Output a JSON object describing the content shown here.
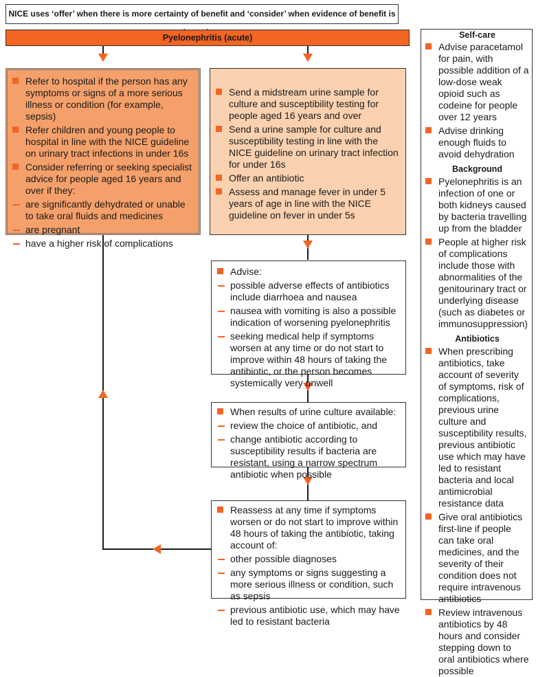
{
  "note": "NICE uses ‘offer’ when there is more certainty of benefit and ‘consider’ when evidence of benefit is less clear",
  "title": "Pyelonephritis (acute)",
  "accent_color": "#f26522",
  "refer_box": {
    "items": [
      "Refer to hospital if the person has any symptoms or signs of a more serious illness or condition (for example, sepsis)",
      "Refer children and young people to hospital in line with the NICE guideline on urinary tract infections in under 16s",
      "Consider referring or seeking specialist advice for people aged 16 years and over if they:"
    ],
    "subitems": [
      "are significantly dehydrated or unable to take oral fluids and medicines",
      "are pregnant",
      "have a higher risk of complications"
    ]
  },
  "send_box": {
    "items": [
      "Send a midstream urine sample for culture and susceptibility testing for people aged 16 years and over",
      "Send a urine sample for culture and susceptibility testing in line with the NICE guideline on urinary tract infection for under 16s",
      "Offer an antibiotic",
      "Assess and manage fever in under 5 years of age in line with the NICE guideline on fever in under 5s"
    ]
  },
  "advise_box": {
    "heading": "Advise:",
    "subitems": [
      "possible adverse effects of antibiotics include diarrhoea and nausea",
      "nausea with vomiting is also a possible indication of worsening pyelonephritis",
      "seeking medical help if symptoms worsen at any time or do not start to improve within 48 hours of taking the antibiotic, or the person becomes systemically very unwell"
    ]
  },
  "results_box": {
    "heading": "When results of urine culture available:",
    "subitems": [
      "review the choice of antibiotic, and",
      "change antibiotic according to susceptibility results if bacteria are resistant, using a narrow spectrum antibiotic when possible"
    ]
  },
  "reassess_box": {
    "heading": "Reassess at any time if symptoms worsen or do not start to improve within 48 hours of taking the antibiotic, taking account of:",
    "subitems": [
      "other possible diagnoses",
      "any symptoms or signs suggesting a more serious illness or condition, such as sepsis",
      "previous antibiotic use, which may have led to resistant bacteria"
    ]
  },
  "sidebar": {
    "selfcare_title": "Self-care",
    "selfcare_items": [
      "Advise paracetamol for pain, with possible addition of a low-dose weak opioid such as codeine for people over 12 years",
      "Advise drinking enough fluids to avoid dehydration"
    ],
    "background_title": "Background",
    "background_items": [
      "Pyelonephritis is an infection of one or both kidneys caused by bacteria travelling up from the bladder",
      "People at higher risk of complications include those with abnormalities of the genitourinary tract or underlying disease (such as diabetes or immunosuppression)"
    ],
    "antibiotics_title": "Antibiotics",
    "antibiotics_items": [
      "When prescribing antibiotics, take account of severity of symptoms, risk of complications, previous urine culture and susceptibility results, previous antibiotic use which may have led to resistant bacteria and local antimicrobial resistance data",
      "Give oral antibiotics first-line if people can take oral medicines, and the severity of their condition does not require intravenous antibiotics",
      "Review intravenous antibiotics by 48 hours and consider stepping down to oral antibiotics where possible"
    ]
  }
}
